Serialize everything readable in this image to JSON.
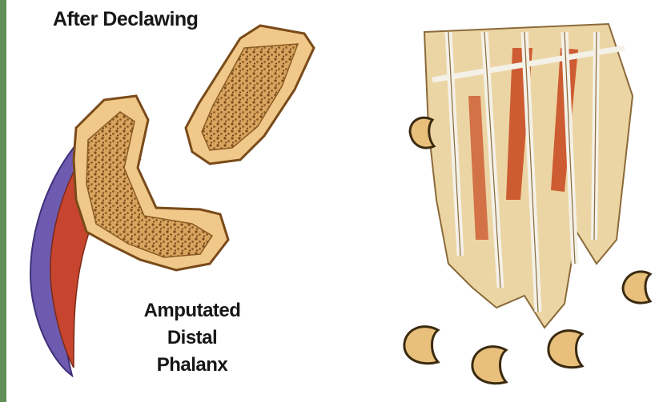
{
  "illustration": {
    "heading": "After Declawing",
    "caption_lines": [
      "Amputated",
      "Distal",
      "Phalanx"
    ],
    "colors": {
      "bone": "#e8c07c",
      "bone_outline": "#7a4a1a",
      "marrow": "#8a5a24",
      "claw_outer": "#6e5bb0",
      "claw_inner": "#c7452e",
      "tendon": "#e9e6dc",
      "muscle": "#c9461f",
      "border": "#5f8f55"
    }
  }
}
